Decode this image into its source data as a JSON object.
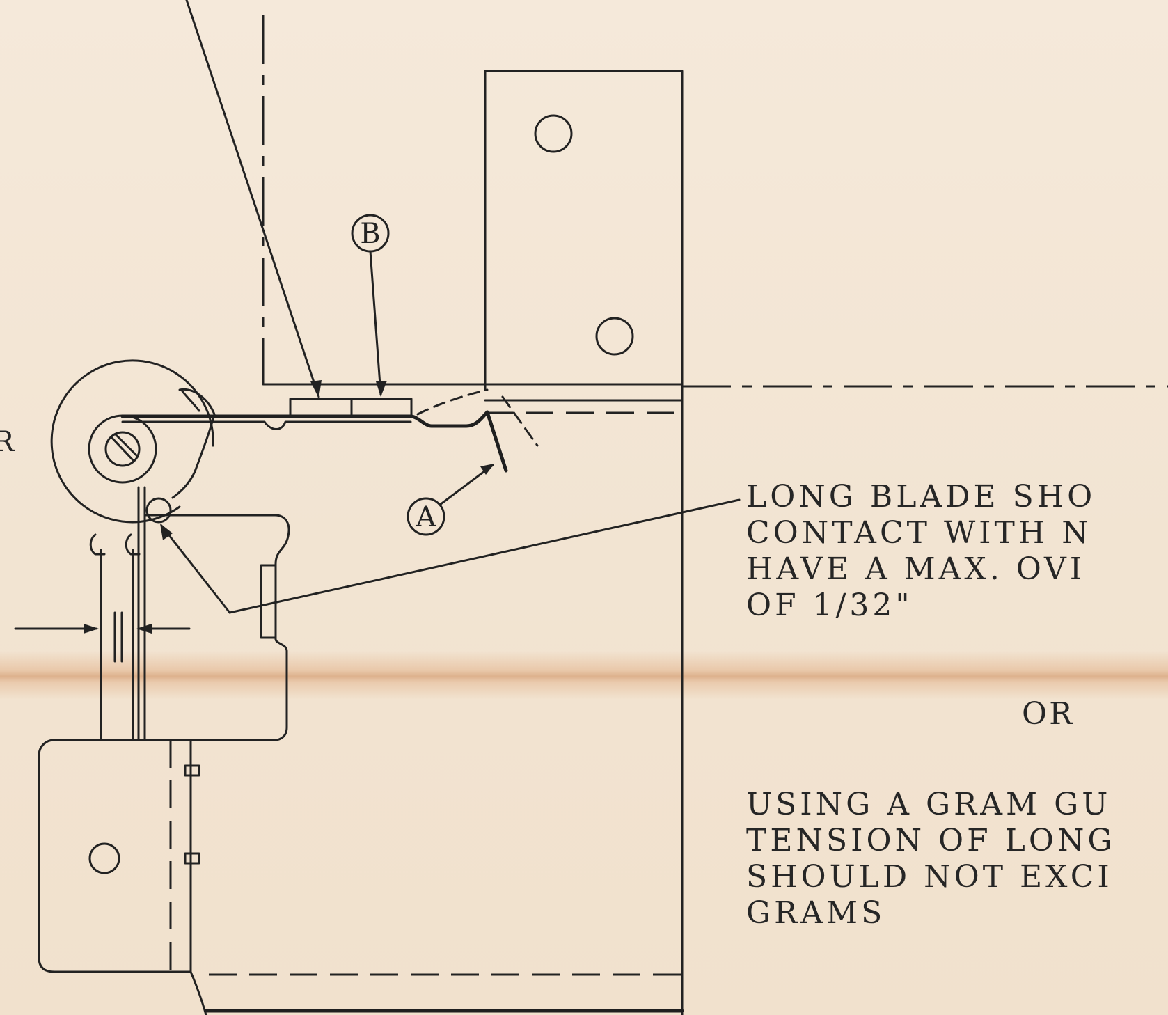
{
  "callouts": {
    "a": "A",
    "b": "B"
  },
  "edge_fragment": "R",
  "note_primary": {
    "lines": [
      "LONG BLADE SHO",
      "CONTACT WITH N",
      "HAVE A MAX. OVI",
      "OF 1/32\""
    ]
  },
  "separator": "OR",
  "note_alternative": {
    "lines": [
      "USING A GRAM GU",
      "TENSION OF LONG",
      "SHOULD NOT EXCI",
      "GRAMS"
    ]
  },
  "colors": {
    "ink": "#222222",
    "paper": "#f3e6d6",
    "fold_stain": "#d6a076"
  }
}
